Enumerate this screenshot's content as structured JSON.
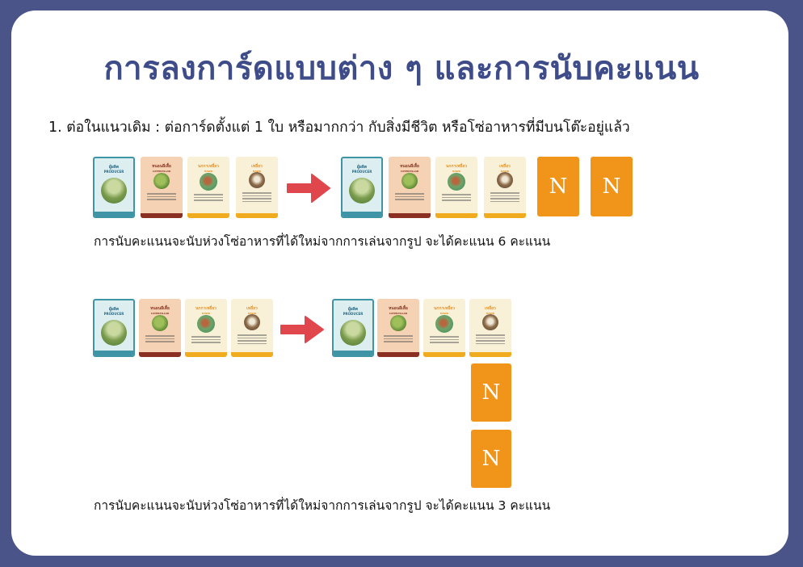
{
  "title": "การลงการ์ดแบบต่าง ๆ และการนับคะแนน",
  "rule_1": "1. ต่อในแนวเดิม : ต่อการ์ดตั้งแต่ 1 ใบ หรือมากกว่า กับสิ่งมีชีวิต หรือโซ่อาหารที่มีบนโต๊ะอยู่แล้ว",
  "cards": {
    "producer": {
      "title": "ผู้ผลิต",
      "subtitle": "PRODUCER"
    },
    "caterpillar": {
      "title": "หนอนผีเสื้อ",
      "subtitle": "CATERPILLAR"
    },
    "hawk": {
      "title": "นกกาเหยี่ยว",
      "subtitle": "HAWK"
    },
    "eagle": {
      "title": "เหยี่ยว",
      "subtitle": "HAWK"
    },
    "new_card_letter": "N"
  },
  "example_1": {
    "caption": "การนับคะแนนจะนับห่วงโซ่อาหารที่ได้ใหม่จากการเล่นจากรูป จะได้คะแนน 6 คะแนน"
  },
  "example_2": {
    "caption": "การนับคะแนนจะนับห่วงโซ่อาหารที่ได้ใหม่จากการเล่นจากรูป จะได้คะแนน 3 คะแนน"
  },
  "colors": {
    "background": "#4a5488",
    "title": "#3e4c8a",
    "arrow": "#e0474c",
    "new_card": "#f09519"
  }
}
